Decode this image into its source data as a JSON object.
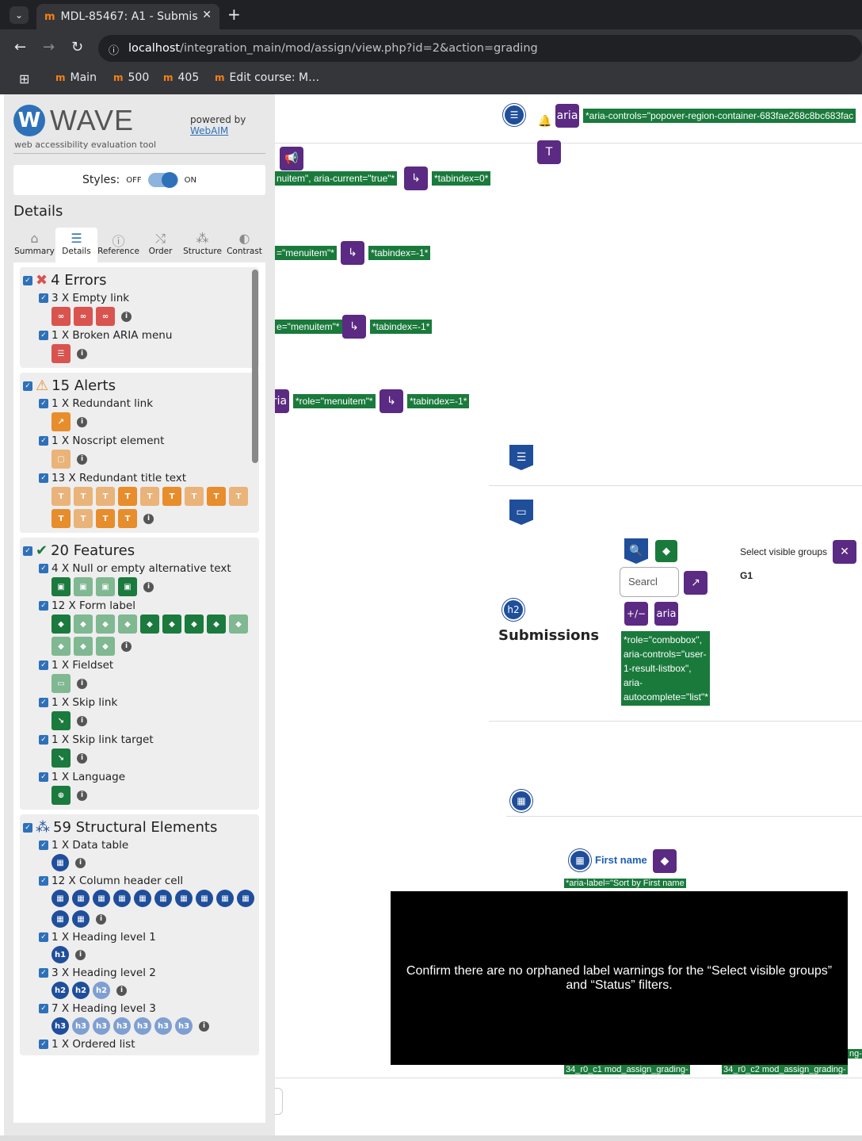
{
  "browser": {
    "tab_title": "MDL-85467: A1 - Submis",
    "url_host": "localhost",
    "url_path": "/integration_main/mod/assign/view.php?id=2&action=grading",
    "bookmarks": [
      "Main",
      "500",
      "405",
      "Edit course: M…"
    ]
  },
  "wave": {
    "logo_text": "WAVE",
    "tagline": "web accessibility evaluation tool",
    "powered_by": "powered by",
    "webaim": "WebAIM",
    "styles_label": "Styles:",
    "off": "OFF",
    "on": "ON",
    "details_title": "Details",
    "nav": [
      {
        "label": "Summary",
        "icon": "home-icon"
      },
      {
        "label": "Details",
        "icon": "list-icon"
      },
      {
        "label": "Reference",
        "icon": "info-icon"
      },
      {
        "label": "Order",
        "icon": "order-icon"
      },
      {
        "label": "Structure",
        "icon": "structure-icon"
      },
      {
        "label": "Contrast",
        "icon": "contrast-icon"
      }
    ],
    "sections": {
      "errors": {
        "title": "4 Errors",
        "items": [
          {
            "label": "3 X Empty link",
            "count": 3
          },
          {
            "label": "1 X Broken ARIA menu",
            "count": 1
          }
        ]
      },
      "alerts": {
        "title": "15 Alerts",
        "items": [
          {
            "label": "1 X Redundant link",
            "count": 1
          },
          {
            "label": "1 X Noscript element",
            "count": 1
          },
          {
            "label": "13 X Redundant title text",
            "count": 13
          }
        ]
      },
      "features": {
        "title": "20 Features",
        "items": [
          {
            "label": "4 X Null or empty alternative text",
            "count": 4
          },
          {
            "label": "12 X Form label",
            "count": 12
          },
          {
            "label": "1 X Fieldset",
            "count": 1
          },
          {
            "label": "1 X Skip link",
            "count": 1
          },
          {
            "label": "1 X Skip link target",
            "count": 1
          },
          {
            "label": "1 X Language",
            "count": 1
          }
        ]
      },
      "structure": {
        "title": "59 Structural Elements",
        "items": [
          {
            "label": "1 X Data table",
            "count": 1
          },
          {
            "label": "12 X Column header cell",
            "count": 12
          },
          {
            "label": "1 X Heading level 1",
            "count": 1
          },
          {
            "label": "3 X Heading level 2",
            "count": 3
          },
          {
            "label": "7 X Heading level 3",
            "count": 7
          },
          {
            "label": "1 X Ordered list",
            "count": 1
          }
        ]
      }
    }
  },
  "page": {
    "aria_top": "*aria-controls=\"popover-region-container-683fae268c8bc683fac",
    "aria": "aria",
    "menuitem_current": "nuitem\", aria-current=\"true\"*",
    "tabindex0": "*tabindex=0*",
    "menuitem1": "=\"menuitem\"*",
    "menuitem2": "e=\"menuitem\"*",
    "menuitem3": "*role=\"menuitem\"*",
    "ria": "ria",
    "tabindex_neg": "*tabindex=-1*",
    "submissions": "Submissions",
    "h2": "h2",
    "search_placeholder": "Searcl",
    "plusminus": "+/−",
    "combobox": "*role=\"combobox\", aria-controls=\"user-1-result-listbox\", aria-autocomplete=\"list\"*",
    "select_groups": "Select visible groups",
    "group": "G1",
    "first_name": "First name",
    "sort_label": "*aria-label=\"Sort by First name",
    "bottom_tag1": "34_r0_c1 mod_assign_grading-",
    "bottom_tag2": "34_r0_c2 mod_assign_grading-",
    "ng": "ng-"
  },
  "tooltip": {
    "text": "Confirm there are no orphaned label warnings for the “Select visible groups” and “Status” filters."
  }
}
